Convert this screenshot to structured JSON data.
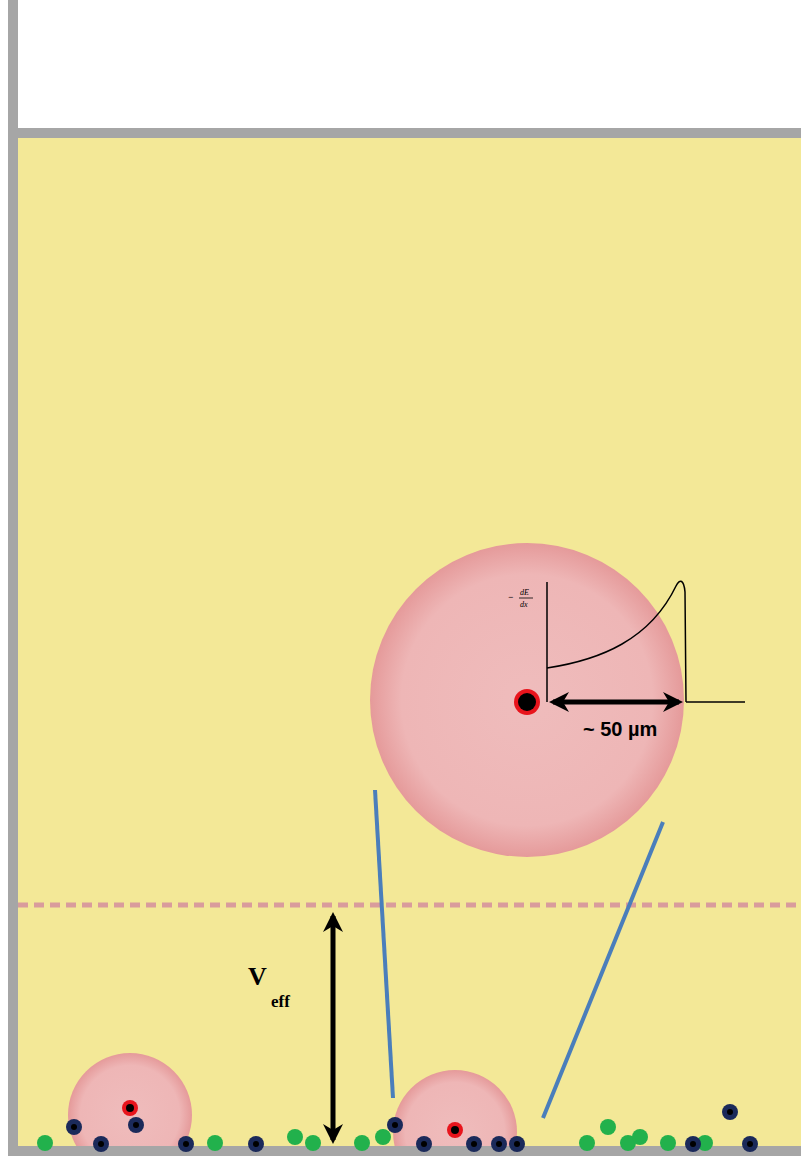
{
  "diagram": {
    "labels": [
      "−",
      "dE",
      "dx",
      "~ 50 µm",
      "V",
      "eff"
    ]
  }
}
